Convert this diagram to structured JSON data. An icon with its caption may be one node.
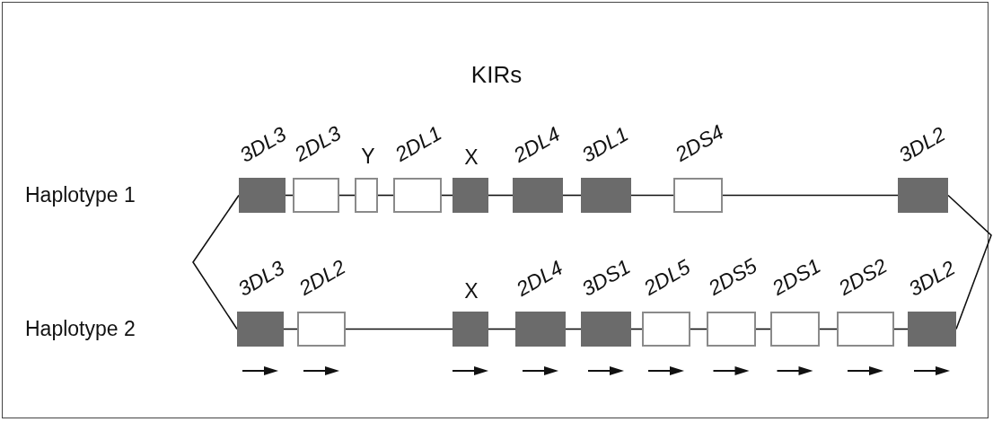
{
  "diagram": {
    "title": "KIRs",
    "nodes": [
      {
        "text": [
          "3DL3"
        ]
      },
      {
        "text": [
          "2DL3"
        ]
      },
      {
        "text": [
          "Y"
        ]
      },
      {
        "text": [
          "2DL1"
        ]
      },
      {
        "text": [
          "X"
        ]
      },
      {
        "text": [
          "2DL4"
        ]
      },
      {
        "text": [
          "3DL1"
        ]
      },
      {
        "text": [
          "2DS4"
        ]
      },
      {
        "text": [
          "3DL2"
        ]
      },
      {
        "text": [
          "3DL3"
        ]
      },
      {
        "text": [
          "2DL2"
        ]
      },
      {
        "text": [
          "X"
        ]
      },
      {
        "text": [
          "2DL4"
        ]
      },
      {
        "text": [
          "3DS1"
        ]
      },
      {
        "text": [
          "2DL5"
        ]
      },
      {
        "text": [
          "2DS5"
        ]
      },
      {
        "text": [
          "2DS1"
        ]
      },
      {
        "text": [
          "2DS2"
        ]
      },
      {
        "text": [
          "3DL2"
        ]
      }
    ],
    "edges": [
      {
        "from": 0,
        "to": 1,
        "arrow": "none"
      },
      {
        "from": 1,
        "to": 2,
        "arrow": "none"
      },
      {
        "from": 2,
        "to": 3,
        "arrow": "none"
      },
      {
        "from": 3,
        "to": 4,
        "arrow": "none"
      },
      {
        "from": 4,
        "to": 5,
        "arrow": "none"
      },
      {
        "from": 5,
        "to": 6,
        "arrow": "none"
      },
      {
        "from": 6,
        "to": 7,
        "arrow": "none"
      },
      {
        "from": 7,
        "to": 8,
        "arrow": "none"
      },
      {
        "from": 9,
        "to": 10,
        "arrow": "none"
      },
      {
        "from": 10,
        "to": 11,
        "arrow": "none"
      },
      {
        "from": 11,
        "to": 12,
        "arrow": "none"
      },
      {
        "from": 12,
        "to": 13,
        "arrow": "none"
      },
      {
        "from": 13,
        "to": 14,
        "arrow": "none"
      },
      {
        "from": 14,
        "to": 15,
        "arrow": "none"
      },
      {
        "from": 15,
        "to": 16,
        "arrow": "none"
      },
      {
        "from": 16,
        "to": 17,
        "arrow": "none"
      },
      {
        "from": 17,
        "to": 18,
        "arrow": "none"
      },
      {
        "from": 0,
        "to": 9,
        "arrow": "none"
      },
      {
        "from": 8,
        "to": 18,
        "arrow": "none"
      }
    ],
    "labels": [
      "Haplotype 1",
      "Haplotype 2"
    ]
  }
}
